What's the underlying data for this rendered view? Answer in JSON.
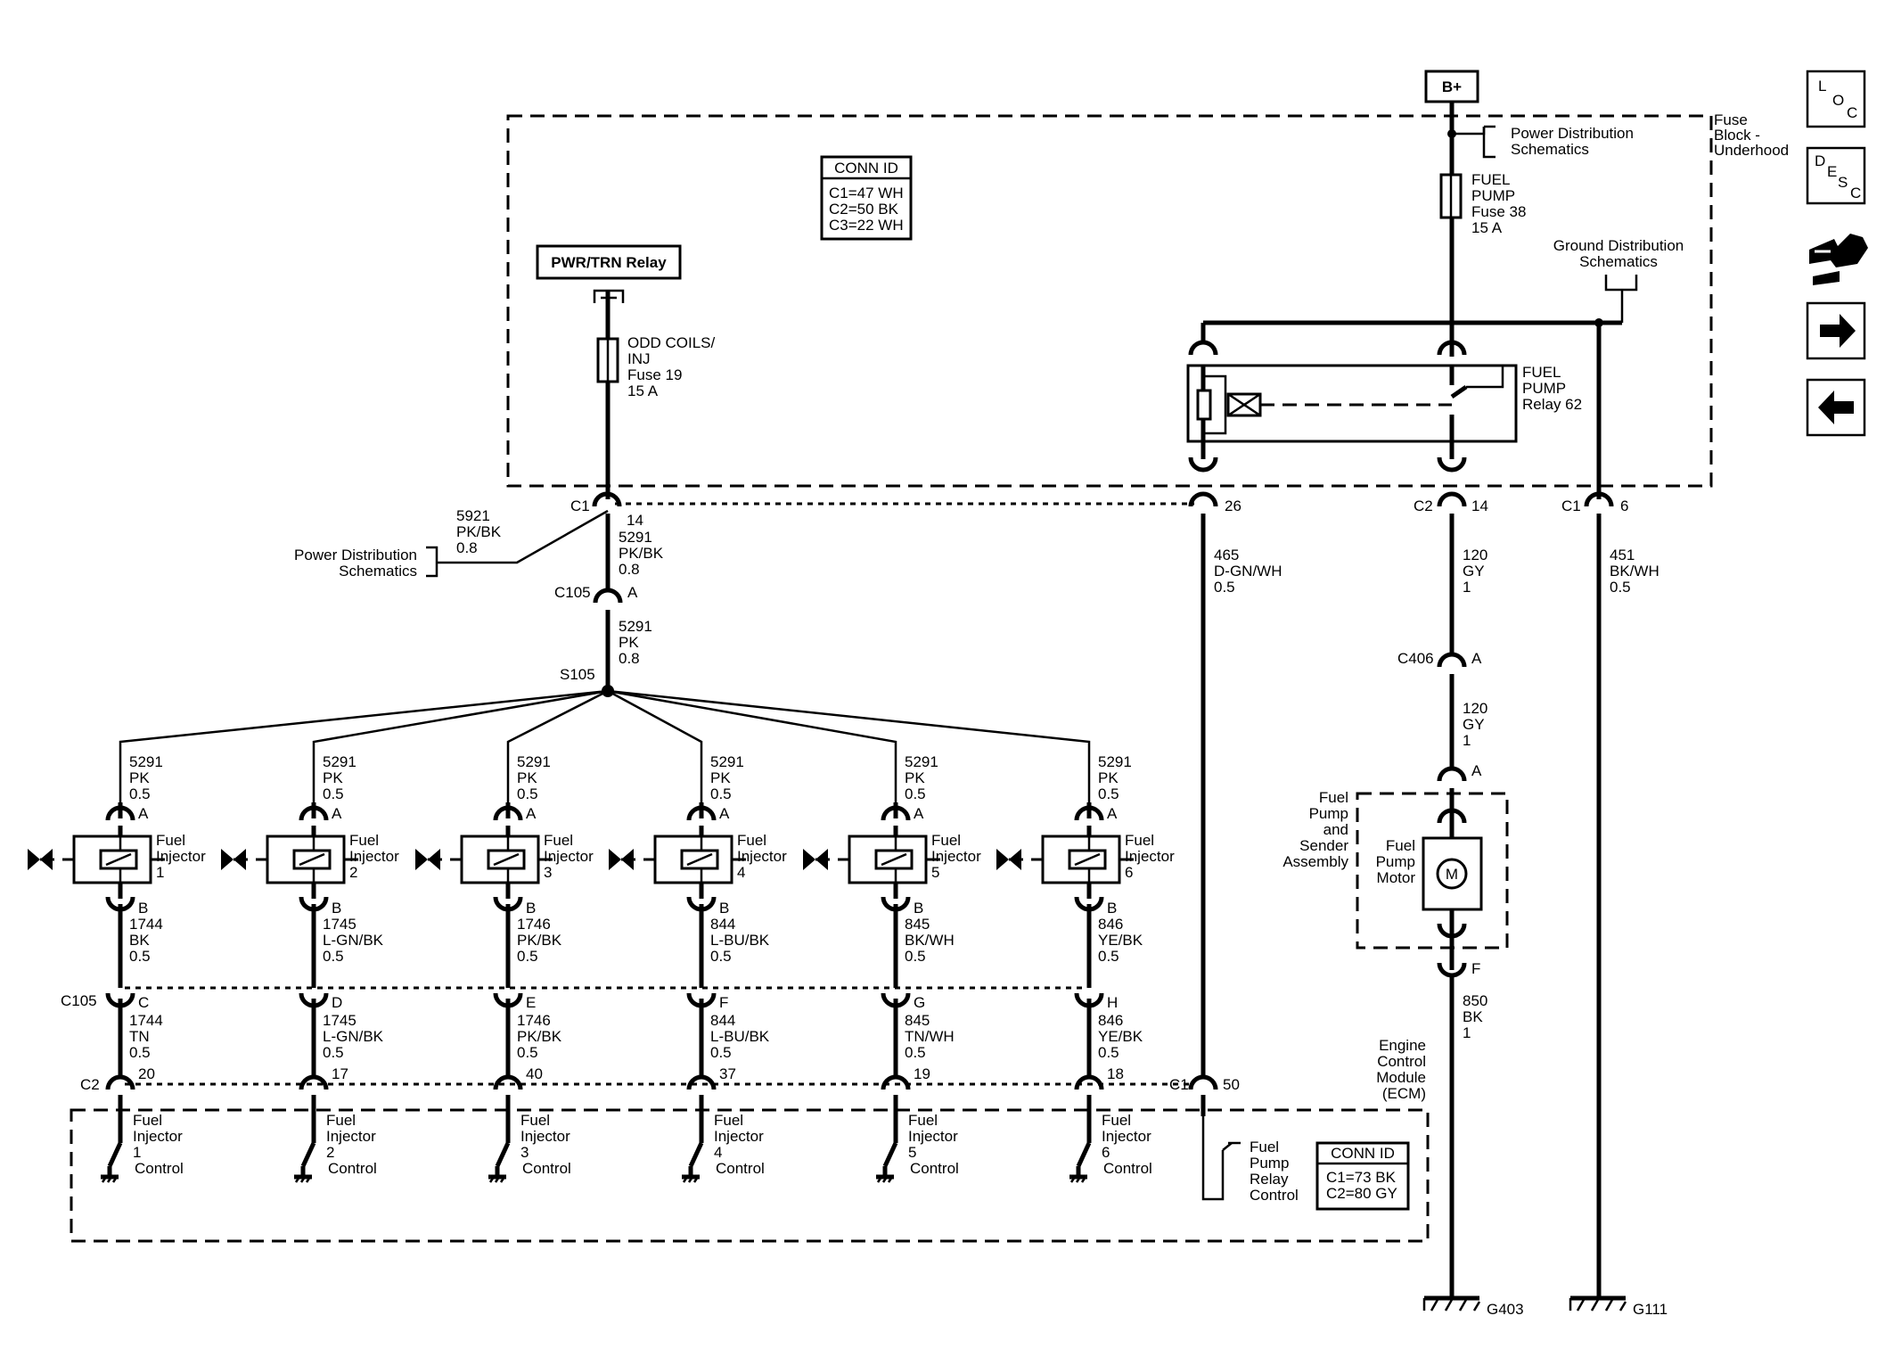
{
  "battery": "B+",
  "fuse_block": {
    "line1": "Fuse",
    "line2": "Block -",
    "line3": "Underhood"
  },
  "pd_top": {
    "line1": "Power Distribution",
    "line2": "Schematics"
  },
  "pd_left": {
    "line1": "Power Distribution",
    "line2": "Schematics"
  },
  "gd": {
    "line1": "Ground Distribution",
    "line2": "Schematics"
  },
  "fuse_38": {
    "line1": "FUEL",
    "line2": "PUMP",
    "line3": "Fuse 38",
    "line4": "15 A"
  },
  "fuse_19": {
    "line1": "ODD COILS/",
    "line2": "INJ",
    "line3": "Fuse 19",
    "line4": "15 A"
  },
  "pwr_relay": "PWR/TRN Relay",
  "conn_top": {
    "title": "CONN ID",
    "lines": [
      "C1=47 WH",
      "C2=50 BK",
      "C3=22 WH"
    ]
  },
  "conn_ecm": {
    "title": "CONN ID",
    "lines": [
      "C1=73 BK",
      "C2=80 GY"
    ]
  },
  "relay_62": {
    "line1": "FUEL",
    "line2": "PUMP",
    "line3": "Relay 62"
  },
  "conn_c1_14": {
    "name": "C1",
    "pin": "14"
  },
  "conn_26": "26",
  "conn_c2_14": {
    "name": "C2",
    "pin": "14"
  },
  "conn_c1_6": {
    "name": "C1",
    "pin": "6"
  },
  "wire_5921": [
    "5921",
    "PK/BK",
    "0.8"
  ],
  "wire_5291_a": [
    "5291",
    "PK/BK",
    "0.8"
  ],
  "c105_a": {
    "name": "C105",
    "pin": "A"
  },
  "wire_5291_b": [
    "5291",
    "PK",
    "0.8"
  ],
  "splice": "S105",
  "wire_465": [
    "465",
    "D-GN/WH",
    "0.5"
  ],
  "wire_120_a": [
    "120",
    "GY",
    "1"
  ],
  "wire_451": [
    "451",
    "BK/WH",
    "0.5"
  ],
  "c406": {
    "name": "C406",
    "pin": "A"
  },
  "wire_120_b": [
    "120",
    "GY",
    "1"
  ],
  "pump_pin_a": "A",
  "pump_assembly": {
    "line1": "Fuel",
    "line2": "Pump",
    "line3": "and",
    "line4": "Sender",
    "line5": "Assembly"
  },
  "pump_motor": {
    "line1": "Fuel",
    "line2": "Pump",
    "line3": "Motor",
    "symbol": "M"
  },
  "pump_pin_f": "F",
  "wire_850": [
    "850",
    "BK",
    "1"
  ],
  "ecm_label": {
    "line1": "Engine",
    "line2": "Control",
    "line3": "Module",
    "line4": "(ECM)"
  },
  "ecm_c1_50": {
    "name": "C1",
    "pin": "50"
  },
  "relay_control": {
    "line1": "Fuel",
    "line2": "Pump",
    "line3": "Relay",
    "line4": "Control"
  },
  "c105_row": "C105",
  "c2_row": "C2",
  "grounds": [
    "G403",
    "G111"
  ],
  "injectors": [
    {
      "top": [
        "5291",
        "PK",
        "0.5"
      ],
      "pin_a": "A",
      "pin_b": "B",
      "name": [
        "Fuel",
        "Injector",
        "1"
      ],
      "mid": [
        "1744",
        "BK",
        "0.5"
      ],
      "c105_pin": "C",
      "low": [
        "1744",
        "TN",
        "0.5"
      ],
      "c2_pin": "20",
      "ecm": [
        "Fuel",
        "Injector",
        "1",
        "Control"
      ]
    },
    {
      "top": [
        "5291",
        "PK",
        "0.5"
      ],
      "pin_a": "A",
      "pin_b": "B",
      "name": [
        "Fuel",
        "Injector",
        "2"
      ],
      "mid": [
        "1745",
        "L-GN/BK",
        "0.5"
      ],
      "c105_pin": "D",
      "low": [
        "1745",
        "L-GN/BK",
        "0.5"
      ],
      "c2_pin": "17",
      "ecm": [
        "Fuel",
        "Injector",
        "2",
        "Control"
      ]
    },
    {
      "top": [
        "5291",
        "PK",
        "0.5"
      ],
      "pin_a": "A",
      "pin_b": "B",
      "name": [
        "Fuel",
        "Injector",
        "3"
      ],
      "mid": [
        "1746",
        "PK/BK",
        "0.5"
      ],
      "c105_pin": "E",
      "low": [
        "1746",
        "PK/BK",
        "0.5"
      ],
      "c2_pin": "40",
      "ecm": [
        "Fuel",
        "Injector",
        "3",
        "Control"
      ]
    },
    {
      "top": [
        "5291",
        "PK",
        "0.5"
      ],
      "pin_a": "A",
      "pin_b": "B",
      "name": [
        "Fuel",
        "Injector",
        "4"
      ],
      "mid": [
        "844",
        "L-BU/BK",
        "0.5"
      ],
      "c105_pin": "F",
      "low": [
        "844",
        "L-BU/BK",
        "0.5"
      ],
      "c2_pin": "37",
      "ecm": [
        "Fuel",
        "Injector",
        "4",
        "Control"
      ]
    },
    {
      "top": [
        "5291",
        "PK",
        "0.5"
      ],
      "pin_a": "A",
      "pin_b": "B",
      "name": [
        "Fuel",
        "Injector",
        "5"
      ],
      "mid": [
        "845",
        "BK/WH",
        "0.5"
      ],
      "c105_pin": "G",
      "low": [
        "845",
        "TN/WH",
        "0.5"
      ],
      "c2_pin": "19",
      "ecm": [
        "Fuel",
        "Injector",
        "5",
        "Control"
      ]
    },
    {
      "top": [
        "5291",
        "PK",
        "0.5"
      ],
      "pin_a": "A",
      "pin_b": "B",
      "name": [
        "Fuel",
        "Injector",
        "6"
      ],
      "mid": [
        "846",
        "YE/BK",
        "0.5"
      ],
      "c105_pin": "H",
      "low": [
        "846",
        "YE/BK",
        "0.5"
      ],
      "c2_pin": "18",
      "ecm": [
        "Fuel",
        "Injector",
        "6",
        "Control"
      ]
    }
  ],
  "nav": {
    "loc": [
      "L",
      "O",
      "C"
    ],
    "desc": [
      "D",
      "E",
      "S",
      "C"
    ]
  },
  "icons": [
    "loc-icon",
    "desc-icon",
    "connector-end-view-icon",
    "next-arrow-icon",
    "previous-arrow-icon"
  ]
}
